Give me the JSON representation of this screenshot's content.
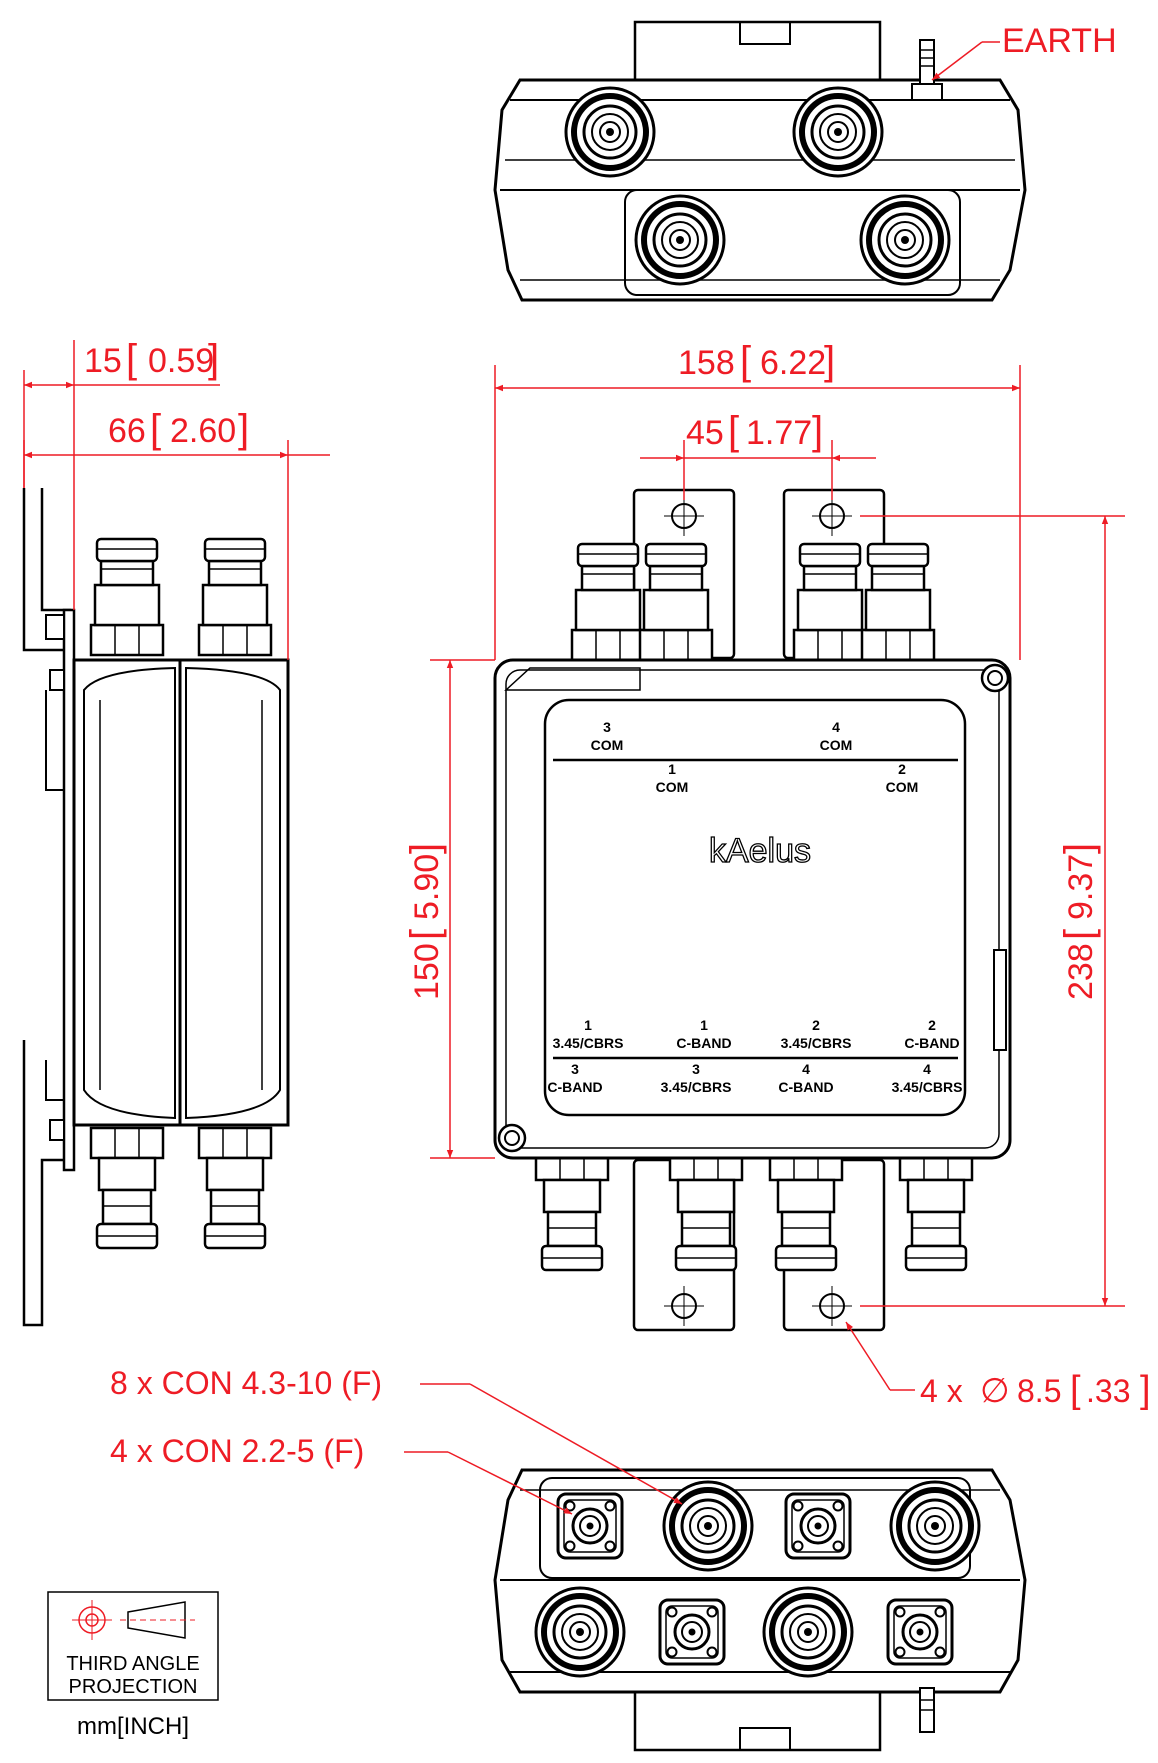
{
  "dimensions": {
    "depth_flange": {
      "mm": "15",
      "inch": "0.59"
    },
    "depth": {
      "mm": "66",
      "inch": "2.60"
    },
    "width": {
      "mm": "158",
      "inch": "6.22"
    },
    "hole_spacing": {
      "mm": "45",
      "inch": "1.77"
    },
    "body_height": {
      "mm": "150",
      "inch": "5.90"
    },
    "overall_height": {
      "mm": "238",
      "inch": "9.37"
    },
    "holes": {
      "prefix": "4 x",
      "symbol": "∅",
      "mm": "8.5",
      "inch": ".33"
    }
  },
  "callouts": {
    "earth": "EARTH",
    "con_43_10": "8 x CON 4.3-10 (F)",
    "con_22_5": "4 x CON 2.2-5 (F)"
  },
  "brand": "kAelus",
  "ports_top": [
    {
      "num": "3",
      "name": "COM"
    },
    {
      "num": "4",
      "name": "COM"
    },
    {
      "num": "1",
      "name": "COM"
    },
    {
      "num": "2",
      "name": "COM"
    }
  ],
  "ports_bottom_row1": [
    {
      "num": "1",
      "name": "3.45/CBRS"
    },
    {
      "num": "1",
      "name": "C-BAND"
    },
    {
      "num": "2",
      "name": "3.45/CBRS"
    },
    {
      "num": "2",
      "name": "C-BAND"
    }
  ],
  "ports_bottom_row2": [
    {
      "num": "3",
      "name": "C-BAND"
    },
    {
      "num": "3",
      "name": "3.45/CBRS"
    },
    {
      "num": "4",
      "name": "C-BAND"
    },
    {
      "num": "4",
      "name": "3.45/CBRS"
    }
  ],
  "projection": {
    "line1": "THIRD ANGLE",
    "line2": "PROJECTION",
    "units": "mm[INCH]"
  },
  "colors": {
    "dimension": "#ee1c25",
    "drawing": "#000000"
  }
}
